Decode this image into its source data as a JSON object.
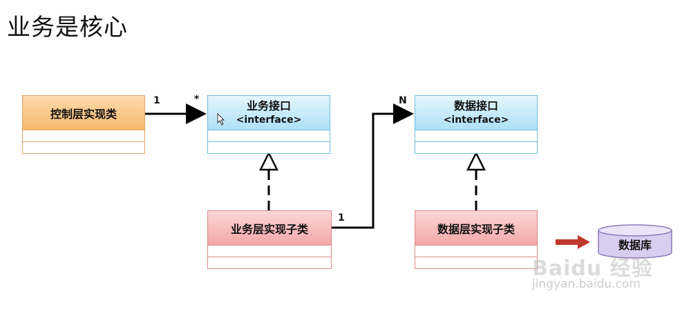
{
  "title": "业务是核心",
  "classes": {
    "controller": {
      "name": "控制层实现类"
    },
    "service_interface": {
      "name": "业务接口",
      "stereotype": "<interface>"
    },
    "data_interface": {
      "name": "数据接口",
      "stereotype": "<interface>"
    },
    "service_impl": {
      "name": "业务层实现子类"
    },
    "data_impl": {
      "name": "数据层实现子类"
    }
  },
  "database": {
    "name": "数据库"
  },
  "multiplicities": {
    "controller_side": "1",
    "service_interface_side": "*",
    "service_impl_side": "1",
    "data_interface_side": "N"
  },
  "watermark": {
    "brand": "Baidu 经验",
    "url": "jingyan.baidu.com"
  },
  "colors": {
    "orange": "#f7b96c",
    "blue": "#aee0f7",
    "red": "#f4a7a7",
    "db": "#d9cdf0",
    "arrow_red": "#c0392b"
  }
}
